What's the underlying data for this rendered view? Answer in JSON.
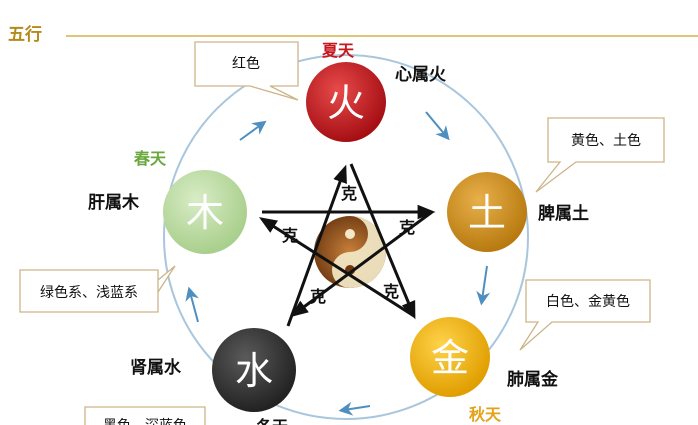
{
  "header": {
    "title": "五行"
  },
  "colors": {
    "header_title": "#b48a18",
    "header_rule": "#c9a227",
    "cycle_ring": "#a9c6dc",
    "cycle_arrow": "#4f8fc0",
    "fire": "#c8161d",
    "earth": "#d0901a",
    "metal": "#f0b400",
    "water": "#3a3a3a",
    "wood": "#bddaa6",
    "season_summer": "#c8161d",
    "season_spring": "#6aa83f",
    "season_autumn": "#e3a21a",
    "callout_border": "#cdb489"
  },
  "elements": {
    "fire": {
      "glyph": "火",
      "season": "夏天",
      "organ": "心属火",
      "colors_label": "红色"
    },
    "earth": {
      "glyph": "土",
      "organ": "脾属土",
      "colors_label": "黄色、土色"
    },
    "metal": {
      "glyph": "金",
      "season": "秋天",
      "organ": "肺属金",
      "colors_label": "白色、金黄色"
    },
    "water": {
      "glyph": "水",
      "organ": "肾属水",
      "colors_label": "黑色、深蓝色"
    },
    "wood": {
      "glyph": "木",
      "season": "春天",
      "organ": "肝属木",
      "colors_label": "绿色系、浅蓝系"
    }
  },
  "ke_label": "克",
  "partial_bottom_text": "冬天"
}
